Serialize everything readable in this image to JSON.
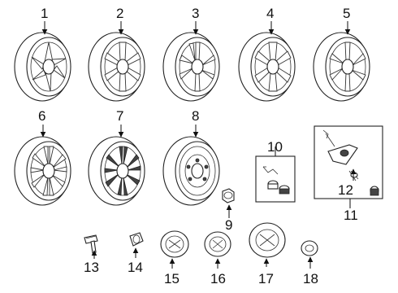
{
  "callouts": {
    "c1": "1",
    "c2": "2",
    "c3": "3",
    "c4": "4",
    "c5": "5",
    "c6": "6",
    "c7": "7",
    "c8": "8",
    "c9": "9",
    "c10": "10",
    "c11": "11",
    "c12": "12",
    "c13": "13",
    "c14": "14",
    "c15": "15",
    "c16": "16",
    "c17": "17",
    "c18": "18"
  },
  "colors": {
    "line": "#222222",
    "background": "#ffffff"
  }
}
